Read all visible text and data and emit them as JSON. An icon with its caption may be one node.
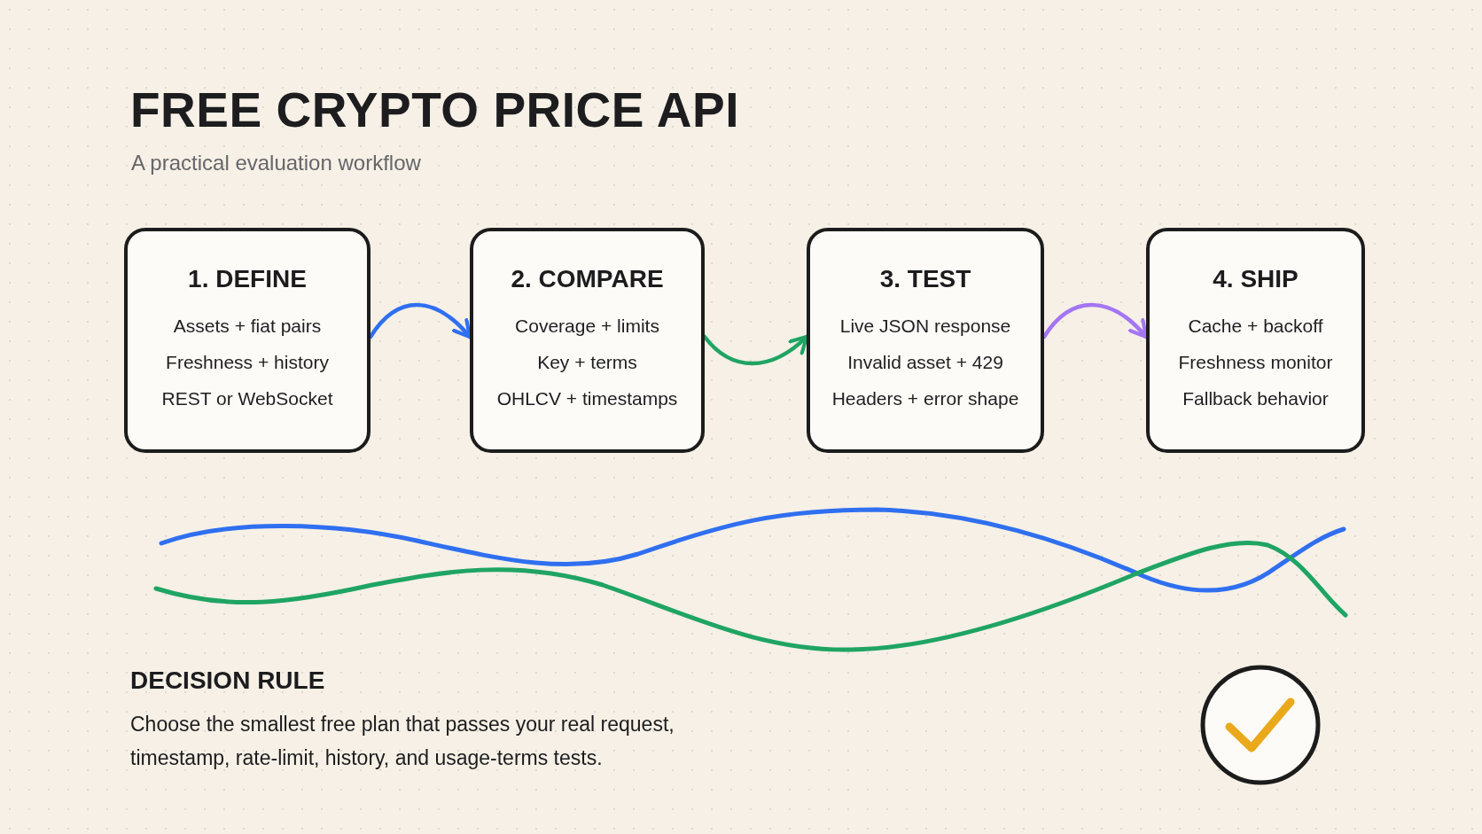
{
  "diagram": {
    "title": "FREE CRYPTO PRICE API",
    "nodes": [
      {
        "text": [
          "1. DEFINE",
          "Assets + fiat pairs",
          "Freshness + history",
          "REST or WebSocket"
        ]
      },
      {
        "text": [
          "2. COMPARE",
          "Coverage + limits",
          "Key + terms",
          "OHLCV + timestamps"
        ]
      },
      {
        "text": [
          "3. TEST",
          "Live JSON response",
          "Invalid asset + 429",
          "Headers + error shape"
        ]
      },
      {
        "text": [
          "4. SHIP",
          "Cache + backoff",
          "Freshness monitor",
          "Fallback behavior"
        ]
      }
    ],
    "edges": [
      {
        "from": 0,
        "to": 1,
        "arrow": "to",
        "color": "#2f6ff0"
      },
      {
        "from": 1,
        "to": 2,
        "arrow": "to",
        "color": "#1fa463"
      },
      {
        "from": 2,
        "to": 3,
        "arrow": "to",
        "color": "#a476f3"
      }
    ],
    "labels": [
      "A practical evaluation workflow",
      "DECISION RULE",
      "Choose the smallest free plan that passes your real request, timestamp, rate-limit, history, and usage-terms tests."
    ]
  }
}
